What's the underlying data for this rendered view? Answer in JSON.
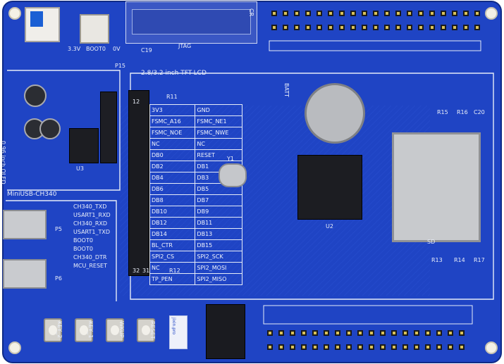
{
  "labels": {
    "boot0": "BOOT0",
    "v33": "3.3V",
    "v0": "0V",
    "jtag": "JTAG",
    "c19": "C19",
    "p15": "P15",
    "lcd": "2.8/3.2 inch TFT-LCD",
    "oled": "0.96 inch OLED",
    "minusb": "MiniUSB-CH340",
    "u3": "U3",
    "u2": "U2",
    "batt": "BATT",
    "sd": "SD",
    "r11": "R11",
    "r12": "R12",
    "r13": "R13",
    "r14": "R14",
    "r17": "R17",
    "r15": "R15",
    "r16": "R16",
    "c20": "C20",
    "y1": "Y1",
    "p5": "P5",
    "p6": "P6",
    "key2": "KEY_2",
    "key1": "KEY_1",
    "wkup": "WKUP",
    "reset": "RESET",
    "logo_text": "jixin.pro",
    "cell_12": "12",
    "cell_cr": "CR"
  },
  "lcd_pins": [
    [
      "3V3",
      "GND"
    ],
    [
      "FSMC_A16",
      "FSMC_NE1"
    ],
    [
      "FSMC_NOE",
      "FSMC_NWE"
    ],
    [
      "NC",
      "NC"
    ],
    [
      "DB0",
      "RESET"
    ],
    [
      "DB2",
      "DB1"
    ],
    [
      "DB4",
      "DB3"
    ],
    [
      "DB6",
      "DB5"
    ],
    [
      "DB8",
      "DB7"
    ],
    [
      "DB10",
      "DB9"
    ],
    [
      "DB12",
      "DB11"
    ],
    [
      "DB14",
      "DB13"
    ],
    [
      "BL_CTR",
      "DB15"
    ],
    [
      "SPI2_CS",
      "SPI2_SCK"
    ],
    [
      "NC",
      "SPI2_MOSI"
    ],
    [
      "TP_PEN",
      "SPI2_MISO"
    ]
  ],
  "uart_labels": [
    [
      "CH340_TXD",
      "USART1_RXD"
    ],
    [
      "CH340_RXD",
      "USART1_TXD"
    ],
    [
      "BOOT0",
      "BOOT0"
    ],
    [
      "CH340_DTR",
      "MCU_RESET"
    ]
  ],
  "pin_numbers": {
    "left": "32",
    "right": "31"
  },
  "colors": {
    "pcb": "#1f44c4",
    "pcb_dark": "#1638a8",
    "silk": "#e6ecf8",
    "gold": "#d9c25a"
  }
}
